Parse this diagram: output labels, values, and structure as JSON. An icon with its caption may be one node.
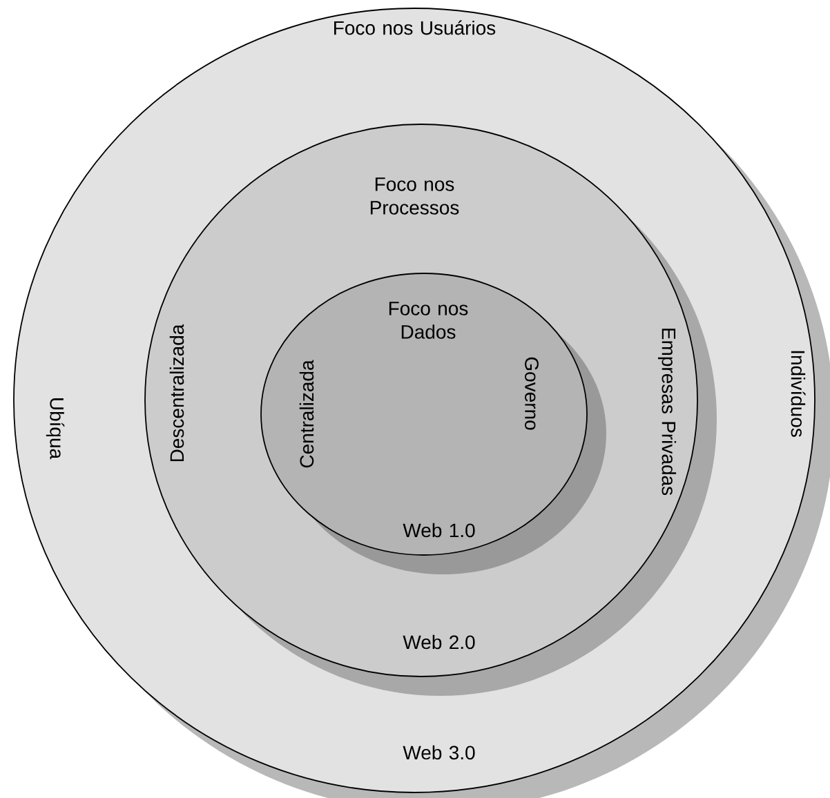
{
  "diagram": {
    "nodes": [
      {
        "text": [
          "Foco nos Usuários",
          "Ubíqua",
          "Indivíduos",
          "Web 3.0"
        ]
      },
      {
        "text": [
          "Foco nos Processos",
          "Descentralizada",
          "Empresas Privadas",
          "Web 2.0"
        ],
        "in": 0
      },
      {
        "text": [
          "Foco nos Dados",
          "Centralizada",
          "Governo",
          "Web 1.0"
        ],
        "in": 1
      }
    ]
  }
}
